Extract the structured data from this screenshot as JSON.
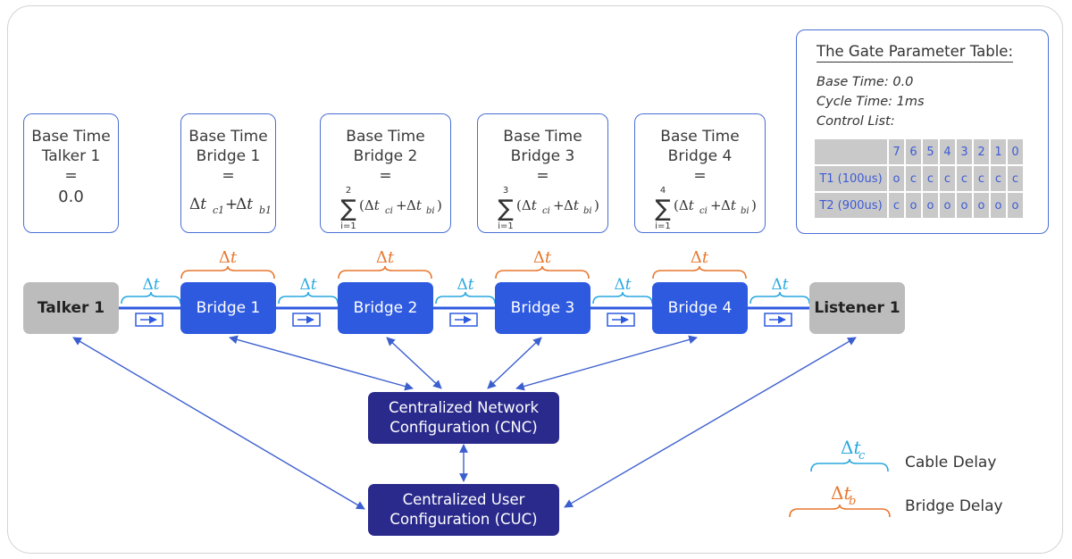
{
  "base_time_boxes": [
    {
      "line1": "Base Time",
      "line2": "Talker 1",
      "eq": "=",
      "value": "0.0"
    },
    {
      "line1": "Base Time",
      "line2": "Bridge 1",
      "eq": "="
    },
    {
      "line1": "Base Time",
      "line2": "Bridge 2",
      "eq": "=",
      "sum_upper": "2",
      "sum_lower": "i=1"
    },
    {
      "line1": "Base Time",
      "line2": "Bridge 3",
      "eq": "=",
      "sum_upper": "3",
      "sum_lower": "i=1"
    },
    {
      "line1": "Base Time",
      "line2": "Bridge 4",
      "eq": "=",
      "sum_upper": "4",
      "sum_lower": "i=1"
    }
  ],
  "gate_table": {
    "title": "The Gate Parameter Table:",
    "base_time": "Base Time: 0.0",
    "cycle_time": "Cycle Time: 1ms",
    "control_list": "Control List:",
    "columns": [
      "7",
      "6",
      "5",
      "4",
      "3",
      "2",
      "1",
      "0"
    ],
    "rows": [
      {
        "label": "T1 (100us)",
        "cells": [
          "o",
          "c",
          "c",
          "c",
          "c",
          "c",
          "c",
          "c"
        ]
      },
      {
        "label": "T2 (900us)",
        "cells": [
          "c",
          "o",
          "o",
          "o",
          "o",
          "o",
          "o",
          "o"
        ]
      }
    ]
  },
  "nodes": {
    "talker": "Talker 1",
    "bridges": [
      "Bridge 1",
      "Bridge 2",
      "Bridge 3",
      "Bridge 4"
    ],
    "listener": "Listener 1"
  },
  "controllers": {
    "cnc_line1": "Centralized Network",
    "cnc_line2": "Configuration (CNC)",
    "cuc_line1": "Centralized User",
    "cuc_line2": "Configuration (CUC)"
  },
  "legend": {
    "cable_delay": "Cable Delay",
    "bridge_delay": "Bridge Delay"
  },
  "colors": {
    "bridge": "#2e5ae0",
    "controller": "#2a2a8c",
    "endpoint": "#bcbcbc",
    "cable_brace": "#29a8e0",
    "bridge_brace": "#e8772e",
    "arrow": "#3c5fcf"
  }
}
